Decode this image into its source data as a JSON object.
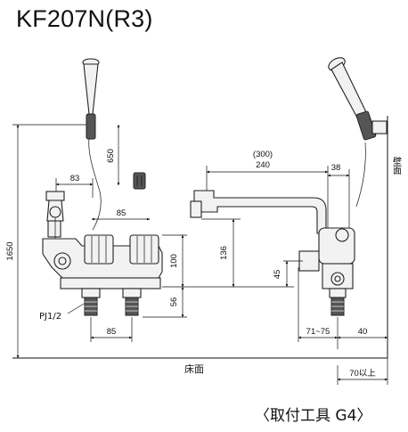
{
  "model": "KF207N(R3)",
  "footer": "〈取付工具 G4〉",
  "labels": {
    "floor": "床面",
    "wall": "壁面",
    "thread": "PJ1/2"
  },
  "dimensions": {
    "overall_height": "1650",
    "hose_drop": "650",
    "left_offset": "83",
    "handle_pitch": "85",
    "body_height": "100",
    "pipe_stub": "56",
    "bottom_pitch": "85",
    "spout_reach_ref": "(300)",
    "spout_reach": "240",
    "spout_offset": "38",
    "spout_height": "136",
    "outlet_height": "45",
    "outlet_range": "71~75",
    "wall_clear": "40",
    "wall_min": "70以上"
  }
}
